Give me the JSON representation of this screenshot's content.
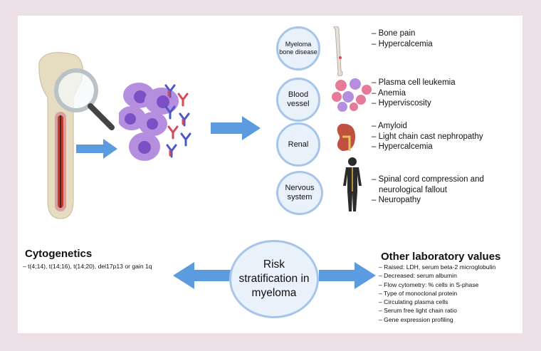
{
  "organs": [
    {
      "label": "Myeloma bone disease",
      "items": [
        "Bone pain",
        "Hypercalcemia"
      ],
      "icon": "bone-icon"
    },
    {
      "label": "Blood vessel",
      "items": [
        "Plasma cell leukemia",
        "Anemia",
        "Hyperviscosity"
      ],
      "icon": "blood-cells-icon"
    },
    {
      "label": "Renal",
      "items": [
        "Amyloid",
        "Light chain cast nephropathy",
        "Hypercalcemia"
      ],
      "icon": "kidney-icon"
    },
    {
      "label": "Nervous system",
      "items": [
        "Spinal cord compression and neurological fallout",
        "Neuropathy"
      ],
      "icon": "human-body-icon"
    }
  ],
  "center": {
    "label": "Risk stratification in myeloma"
  },
  "cytogenetics": {
    "title": "Cytogenetics",
    "items": [
      "t(4;14), t(14;16), t(14;20), del17p13 or gain 1q"
    ]
  },
  "lab": {
    "title": "Other laboratory values",
    "items": [
      "Raised: LDH, serum beta-2 microglobulin",
      "Decreased: serum albumin",
      "Flow cytometry: % cells in S-phase",
      "Type of monoclonal protein",
      "Circulating plasma cells",
      "Serum free light chain ratio",
      "Gene expression profiling"
    ]
  },
  "colors": {
    "arrow": "#5b9be0",
    "oval_fill": "#e9f1fb",
    "oval_border": "#a7c5ea",
    "cell": "#b58ee0",
    "antibody_blue": "#4a57c8",
    "antibody_red": "#d74a5a"
  }
}
